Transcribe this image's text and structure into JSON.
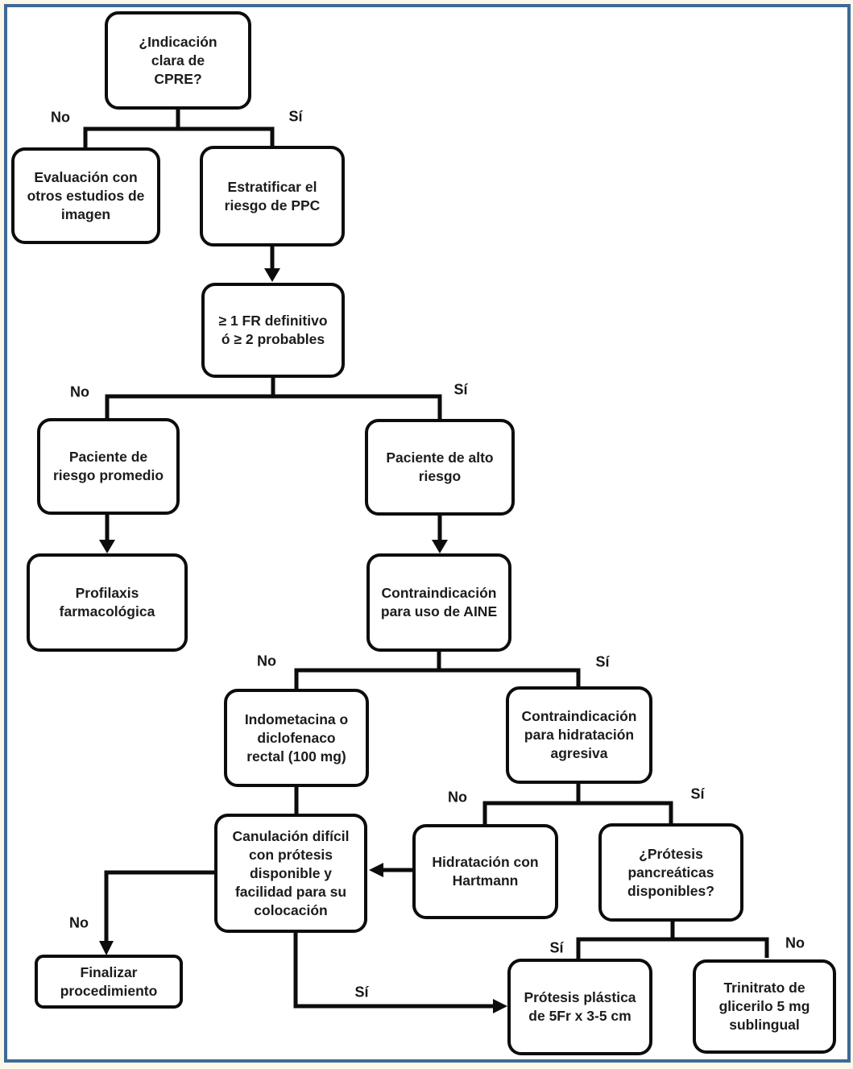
{
  "styles": {
    "frame_border_color": "#3c6a96",
    "page_margin_color": "#fbf7e9",
    "canvas_color": "#ffffff",
    "line_color": "#0c0c0c",
    "text_color": "#1c1c1c",
    "box_fill": "#ffffff"
  },
  "nodes": [
    {
      "id": "cpre-question",
      "label": "¿Indicación clara de CPRE?"
    },
    {
      "id": "eval-imaging",
      "label": "Evaluación con otros estudios de imagen"
    },
    {
      "id": "estratificar",
      "label": "Estratificar el riesgo de PPC"
    },
    {
      "id": "fr-criteria",
      "label": "≥ 1 FR definitivo ó ≥ 2 probables"
    },
    {
      "id": "riesgo-promedio",
      "label": "Paciente de riesgo promedio"
    },
    {
      "id": "alto-riesgo",
      "label": "Paciente de alto riesgo"
    },
    {
      "id": "profilaxis",
      "label": "Profilaxis farmacológica"
    },
    {
      "id": "contra-aine",
      "label": "Contraindicación para uso de AINE"
    },
    {
      "id": "indometacina",
      "label": "Indometacina o diclofenaco rectal (100 mg)"
    },
    {
      "id": "contra-hidratacion",
      "label": "Contraindicación para hidratación agresiva"
    },
    {
      "id": "canulacion",
      "label": "Canulación difícil con prótesis disponible y facilidad para su colocación"
    },
    {
      "id": "hartmann",
      "label": "Hidratación con Hartmann"
    },
    {
      "id": "protesis-q",
      "label": "¿Prótesis pancreáticas disponibles?"
    },
    {
      "id": "finalizar",
      "label": "Finalizar procedimiento"
    },
    {
      "id": "protesis-plastica",
      "label": "Prótesis plástica de 5Fr x 3-5 cm"
    },
    {
      "id": "trinitrato",
      "label": "Trinitrato de glicerilo 5 mg sublingual"
    }
  ],
  "edge_labels": [
    {
      "text": "No"
    },
    {
      "text": "Sí"
    },
    {
      "text": "No"
    },
    {
      "text": "Sí"
    },
    {
      "text": "No"
    },
    {
      "text": "Sí"
    },
    {
      "text": "No"
    },
    {
      "text": "Sí"
    },
    {
      "text": "No"
    },
    {
      "text": "Sí"
    },
    {
      "text": "Sí"
    },
    {
      "text": "No"
    }
  ],
  "edges": [
    {
      "from": "cpre-question",
      "to": "eval-imaging",
      "label": "No"
    },
    {
      "from": "cpre-question",
      "to": "estratificar",
      "label": "Sí"
    },
    {
      "from": "estratificar",
      "to": "fr-criteria",
      "label": ""
    },
    {
      "from": "fr-criteria",
      "to": "riesgo-promedio",
      "label": "No"
    },
    {
      "from": "fr-criteria",
      "to": "alto-riesgo",
      "label": "Sí"
    },
    {
      "from": "riesgo-promedio",
      "to": "profilaxis",
      "label": ""
    },
    {
      "from": "alto-riesgo",
      "to": "contra-aine",
      "label": ""
    },
    {
      "from": "contra-aine",
      "to": "indometacina",
      "label": "No"
    },
    {
      "from": "contra-aine",
      "to": "contra-hidratacion",
      "label": "Sí"
    },
    {
      "from": "indometacina",
      "to": "canulacion",
      "label": ""
    },
    {
      "from": "contra-hidratacion",
      "to": "hartmann",
      "label": "No"
    },
    {
      "from": "contra-hidratacion",
      "to": "protesis-q",
      "label": "Sí"
    },
    {
      "from": "hartmann",
      "to": "canulacion",
      "label": ""
    },
    {
      "from": "canulacion",
      "to": "finalizar",
      "label": "No"
    },
    {
      "from": "canulacion",
      "to": "protesis-plastica",
      "label": "Sí"
    },
    {
      "from": "protesis-q",
      "to": "protesis-plastica",
      "label": "Sí"
    },
    {
      "from": "protesis-q",
      "to": "trinitrato",
      "label": "No"
    }
  ]
}
